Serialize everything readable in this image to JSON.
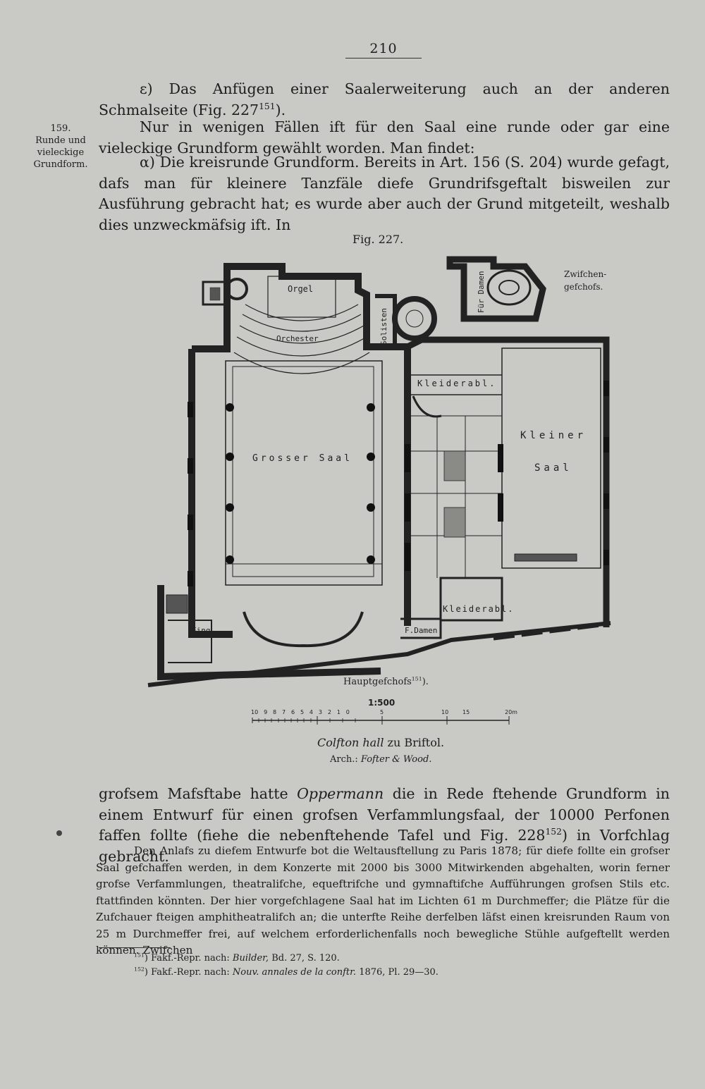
{
  "page": {
    "number": "210"
  },
  "margin_note": {
    "number": "159.",
    "lines": [
      "Runde und",
      "vieleckige",
      "Grundform."
    ]
  },
  "paragraphs": {
    "p1_pre": "ε) Das Anfügen einer Saalerweiterung auch an der anderen Schmalseite (Fig. 227",
    "p1_sup": "151",
    "p1_post": ").",
    "p2": "Nur in wenigen Fällen ift für den Saal eine runde oder gar eine vieleckige Grundform gewählt worden. Man findet:",
    "p3": "α) Die kreisrunde Grundform. Bereits in Art. 156 (S. 204) wurde gefagt, dafs man für kleinere Tanzfäle diefe Grundrifsgeftalt bisweilen zur Ausführung gebracht hat; es wurde aber auch der Grund mitgeteilt, weshalb dies unzweckmäfsig ift. In"
  },
  "figure": {
    "caption": "Fig. 227.",
    "labels": {
      "zwischen1": "Zwifchen-",
      "zwischen2": "gefchofs.",
      "orgel": "Orgel",
      "orchester": "Orchester",
      "solisten": "Solisten",
      "damen_top": "Für Damen",
      "kleiderabl1": "Kleiderabl.",
      "kleiner": "Kleiner",
      "saal": "Saal",
      "grosser_saal": "Grosser Saal",
      "kleiderabl2": "Kleiderabl.",
      "f_damen": "F.Damen",
      "eing": "Eing."
    },
    "floor_label_pre": "Hauptgefchofs",
    "floor_label_sup": "151",
    "floor_label_post": ").",
    "scale": {
      "ratio": "1:500",
      "left_ticks": [
        "10",
        "9",
        "8",
        "7",
        "6",
        "5",
        "4",
        "3",
        "2",
        "1",
        "0"
      ],
      "right_ticks": [
        "5",
        "10",
        "15",
        "20m"
      ]
    },
    "title_italic": "Colfton hall",
    "title_rest": " zu Briftol.",
    "arch_pre": "Arch.: ",
    "arch_italic": "Fofter & Wood."
  },
  "continuation": {
    "pre": "grofsem Mafsftabe hatte ",
    "italic": "Oppermann",
    "mid": " die in Rede ftehende Grundform in einem Entwurf für einen grofsen Verfammlungsfaal, der 10000 Perfonen faffen follte (fiehe die nebenftehende Tafel und Fig. 228",
    "sup": "152",
    "post": ") in Vorfchlag gebracht."
  },
  "small_paragraph": "Den Anlafs zu diefem Entwurfe bot die Weltausftellung zu Paris 1878; für diefe follte ein grofser Saal gefchaffen werden, in dem Konzerte mit 2000 bis 3000 Mitwirkenden abgehalten, worin ferner grofse Verfammlungen, theatralifche, equeftrifche und gymnaftifche Aufführungen grofsen Stils etc. ftattfinden könnten. Der hier vorgefchlagene Saal hat im Lichten 61 m Durchmeffer; die Plätze für die Zufchauer fteigen amphitheatralifch an; die unterfte Reihe derfelben läfst einen kreisrunden Raum von 25 m Durchmeffer frei, auf welchem erforderlichenfalls noch bewegliche Stühle aufgeftellt werden können. Zwifchen",
  "footnotes": [
    {
      "num": "151",
      "pre": ") Fakf.-Repr. nach: ",
      "italic": "Builder,",
      "post": " Bd. 27, S. 120."
    },
    {
      "num": "152",
      "pre": ") Fakf.-Repr. nach: ",
      "italic": "Nouv. annales de la conftr.",
      "post": " 1876, Pl. 29—30."
    }
  ]
}
